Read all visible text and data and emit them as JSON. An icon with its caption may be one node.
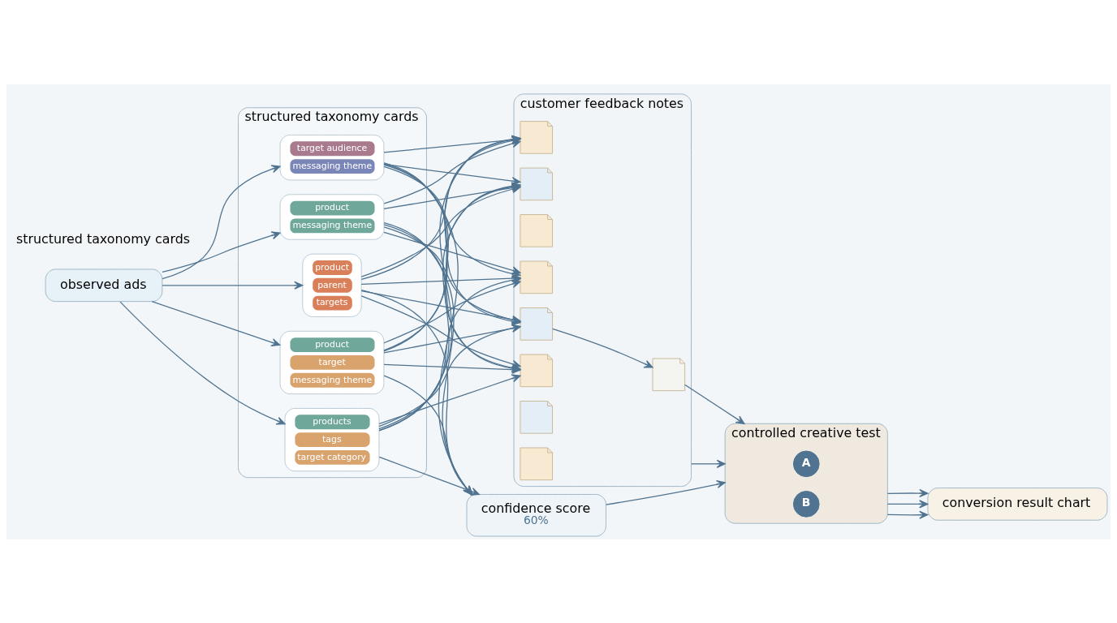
{
  "diagram": {
    "nodes": [
      {
        "text": [
          "observed ads"
        ]
      },
      {
        "text": [
          "structured taxonomy cards"
        ]
      },
      {
        "text": [
          "products",
          "tags",
          "target category"
        ],
        "in": 1
      },
      {
        "text": [
          "target audience",
          "messaging theme"
        ],
        "in": 1
      },
      {
        "text": [
          "product",
          "messaging theme"
        ],
        "in": 1
      },
      {
        "text": [
          "product",
          "parent",
          "targets"
        ],
        "in": 1
      },
      {
        "text": [
          "product",
          "target",
          "messaging theme"
        ],
        "in": 1
      },
      {
        "text": [
          "confidence score",
          "60%"
        ]
      },
      {
        "text": [
          "customer feedback notes"
        ]
      },
      {
        "text": [],
        "shape": "box",
        "in": 8
      },
      {
        "text": [],
        "shape": "box",
        "in": 8
      },
      {
        "text": [],
        "shape": "box",
        "in": 8
      },
      {
        "text": [],
        "shape": "box",
        "in": 8
      },
      {
        "text": [],
        "shape": "box",
        "in": 8
      },
      {
        "text": [],
        "shape": "box",
        "in": 8
      },
      {
        "text": [],
        "shape": "box",
        "in": 8
      },
      {
        "text": [],
        "shape": "box",
        "in": 8
      },
      {
        "text": [],
        "shape": "box",
        "in": 8
      },
      {
        "text": [
          "controlled creative test"
        ]
      },
      {
        "text": [
          "A"
        ],
        "in": 18
      },
      {
        "text": [
          "B"
        ],
        "in": 18
      },
      {
        "text": [
          "conversion result chart"
        ]
      }
    ],
    "edges": [
      {
        "from": 0,
        "to": 2,
        "arrow": "to"
      },
      {
        "from": 0,
        "to": 3,
        "arrow": "to"
      },
      {
        "from": 0,
        "to": 4,
        "arrow": "to"
      },
      {
        "from": 0,
        "to": 5,
        "arrow": "to"
      },
      {
        "from": 0,
        "to": 6,
        "arrow": "to"
      },
      {
        "from": 2,
        "to": 7,
        "arrow": "to"
      },
      {
        "from": 2,
        "to": 9,
        "arrow": "to"
      },
      {
        "from": 2,
        "to": 10,
        "arrow": "to"
      },
      {
        "from": 2,
        "to": 12,
        "arrow": "to"
      },
      {
        "from": 2,
        "to": 14,
        "arrow": "to"
      },
      {
        "from": 2,
        "to": 15,
        "arrow": "to"
      },
      {
        "from": 3,
        "to": 7,
        "arrow": "to"
      },
      {
        "from": 3,
        "to": 9,
        "arrow": "to"
      },
      {
        "from": 3,
        "to": 10,
        "arrow": "to"
      },
      {
        "from": 3,
        "to": 12,
        "arrow": "to"
      },
      {
        "from": 3,
        "to": 14,
        "arrow": "to"
      },
      {
        "from": 3,
        "to": 15,
        "arrow": "to"
      },
      {
        "from": 4,
        "to": 7,
        "arrow": "to"
      },
      {
        "from": 4,
        "to": 9,
        "arrow": "to"
      },
      {
        "from": 4,
        "to": 10,
        "arrow": "to"
      },
      {
        "from": 4,
        "to": 12,
        "arrow": "to"
      },
      {
        "from": 4,
        "to": 14,
        "arrow": "to"
      },
      {
        "from": 4,
        "to": 15,
        "arrow": "to"
      },
      {
        "from": 5,
        "to": 7,
        "arrow": "to"
      },
      {
        "from": 5,
        "to": 9,
        "arrow": "to"
      },
      {
        "from": 5,
        "to": 10,
        "arrow": "to"
      },
      {
        "from": 5,
        "to": 12,
        "arrow": "to"
      },
      {
        "from": 5,
        "to": 14,
        "arrow": "to"
      },
      {
        "from": 5,
        "to": 15,
        "arrow": "to"
      },
      {
        "from": 6,
        "to": 7,
        "arrow": "to"
      },
      {
        "from": 6,
        "to": 9,
        "arrow": "to"
      },
      {
        "from": 6,
        "to": 10,
        "arrow": "to"
      },
      {
        "from": 6,
        "to": 12,
        "arrow": "to"
      },
      {
        "from": 6,
        "to": 14,
        "arrow": "to"
      },
      {
        "from": 6,
        "to": 15,
        "arrow": "to"
      },
      {
        "from": 12,
        "to": 13,
        "arrow": "to"
      },
      {
        "from": 13,
        "to": 18,
        "arrow": "to"
      },
      {
        "from": 7,
        "to": 18,
        "arrow": "to"
      },
      {
        "from": 8,
        "to": 18,
        "arrow": "to"
      },
      {
        "from": 18,
        "to": 21,
        "arrow": "to"
      },
      {
        "from": 18,
        "to": 21,
        "arrow": "to"
      },
      {
        "from": 18,
        "to": 21,
        "arrow": "to"
      }
    ],
    "labels": [
      "structured taxonomy cards"
    ]
  }
}
